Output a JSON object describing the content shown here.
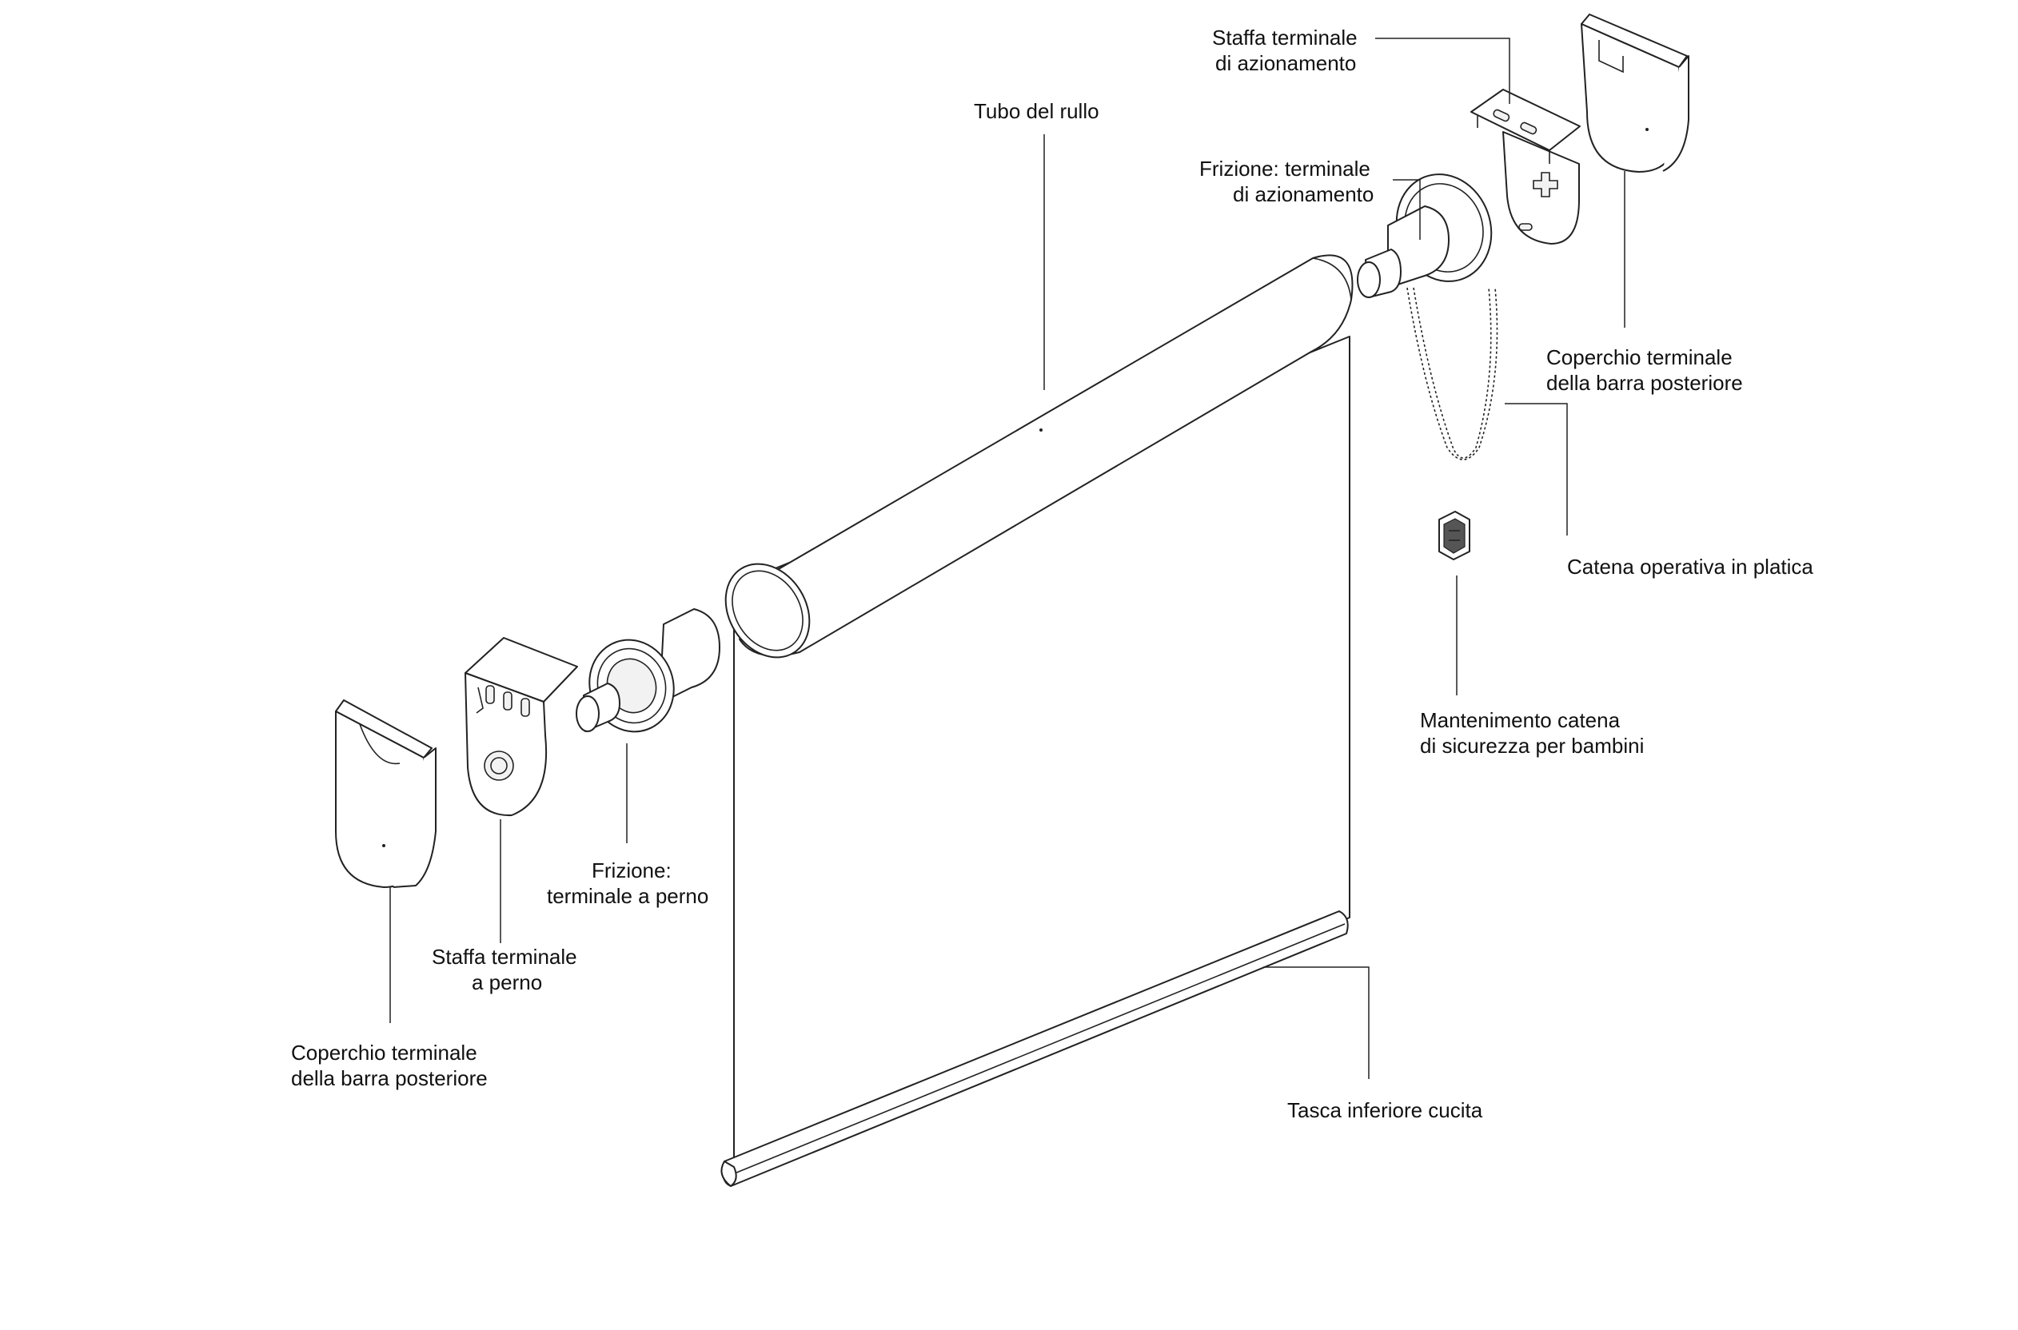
{
  "labels": {
    "roller_tube": "Tubo del rullo",
    "drive_end_bracket": [
      "Staffa terminale",
      "di azionamento"
    ],
    "drive_end_clutch": [
      "Frizione: terminale",
      "di azionamento"
    ],
    "right_end_cover": [
      "Coperchio terminale",
      "della barra posteriore"
    ],
    "plastic_chain": "Catena operativa in platica",
    "child_safety": [
      "Mantenimento catena",
      "di sicurezza per bambini"
    ],
    "idler_clutch": [
      "Frizione:",
      "terminale a perno"
    ],
    "idler_bracket": [
      "Staffa terminale",
      "a perno"
    ],
    "left_end_cover": [
      "Coperchio terminale",
      "della barra posteriore"
    ],
    "bottom_pocket": "Tasca inferiore cucita"
  },
  "colors": {
    "line": "#222222",
    "text": "#111111",
    "background": "#ffffff"
  }
}
